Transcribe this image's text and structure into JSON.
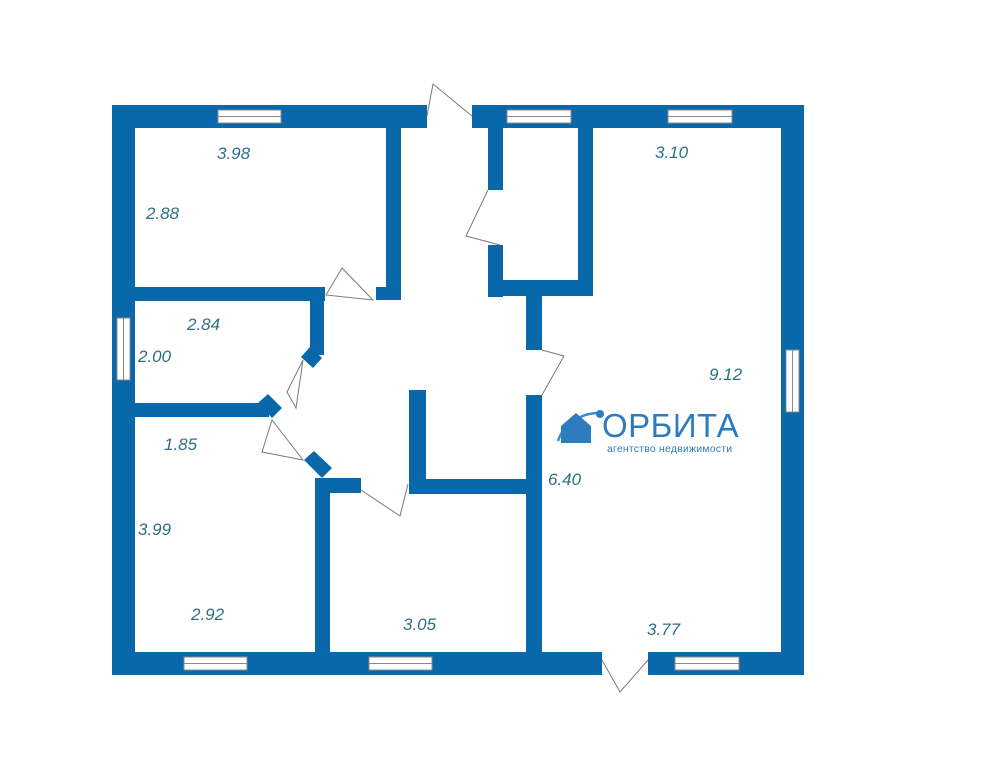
{
  "colors": {
    "wall": "#0868aa",
    "dimension_text": "#2f6f86",
    "logo": "#2d7cc0"
  },
  "logo": {
    "name": "ОРБИТА",
    "tagline": "агентство недвижимости",
    "icon": "house-orbit-icon"
  },
  "dimensions": {
    "room_top_left_width": "3.98",
    "room_top_left_depth": "2.88",
    "room_mid_left_width": "2.84",
    "room_mid_left_depth": "2.00",
    "room_bottom_left_top": "1.85",
    "room_bottom_left_depth": "3.99",
    "room_bottom_left_width": "2.92",
    "room_bottom_mid_width": "3.05",
    "room_right_top_width": "3.10",
    "room_right_depth": "9.12",
    "room_right_inner": "6.40",
    "room_right_bottom_width": "3.77"
  }
}
